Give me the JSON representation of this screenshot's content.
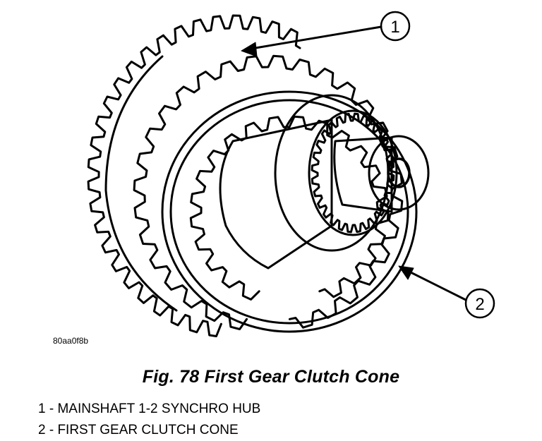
{
  "figure": {
    "drawing_code": "80aa0f8b",
    "callouts": [
      {
        "number": "1"
      },
      {
        "number": "2"
      }
    ]
  },
  "caption": "Fig. 78 First Gear Clutch Cone",
  "legend": [
    {
      "label": "1 - MAINSHAFT 1-2 SYNCHRO HUB"
    },
    {
      "label": "2 - FIRST GEAR CLUTCH CONE"
    }
  ],
  "colors": {
    "ink": "#000000",
    "paper": "#ffffff"
  }
}
